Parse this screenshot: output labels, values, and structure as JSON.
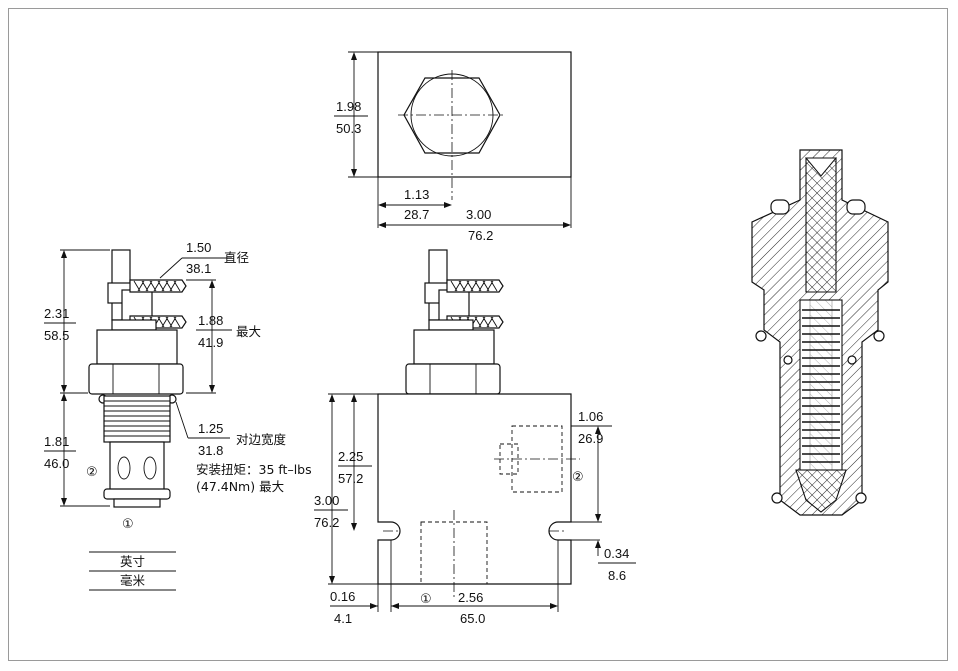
{
  "dimensions": {
    "top_view": {
      "height_in": "1.98",
      "height_mm": "50.3",
      "offset_in": "1.13",
      "offset_mm": "28.7",
      "width_in": "3.00",
      "width_mm": "76.2"
    },
    "side_view": {
      "head_dia_in": "1.50",
      "head_dia_mm": "38.1",
      "head_dia_note": "直径",
      "overall_in": "2.31",
      "overall_mm": "58.5",
      "max_in": "1.88",
      "max_mm": "41.9",
      "max_note": "最大",
      "hex_in": "1.25",
      "hex_mm": "31.8",
      "hex_note": "对边宽度",
      "torque_line1": "安装扭矩：35 ft–lbs",
      "torque_line2": "(47.4Nm) 最大",
      "body_in": "1.81",
      "body_mm": "46.0",
      "port1": "①",
      "port2": "②"
    },
    "front_view": {
      "right_in": "1.06",
      "right_mm": "26.9",
      "upper_in": "2.25",
      "upper_mm": "57.2",
      "height_in": "3.00",
      "height_mm": "76.2",
      "slot_in": "0.34",
      "slot_mm": "8.6",
      "edge_in": "0.16",
      "edge_mm": "4.1",
      "hole_in": "2.56",
      "hole_mm": "65.0",
      "port1": "①",
      "port2": "②"
    }
  },
  "legend": {
    "top": "英寸",
    "bottom": "毫米"
  }
}
